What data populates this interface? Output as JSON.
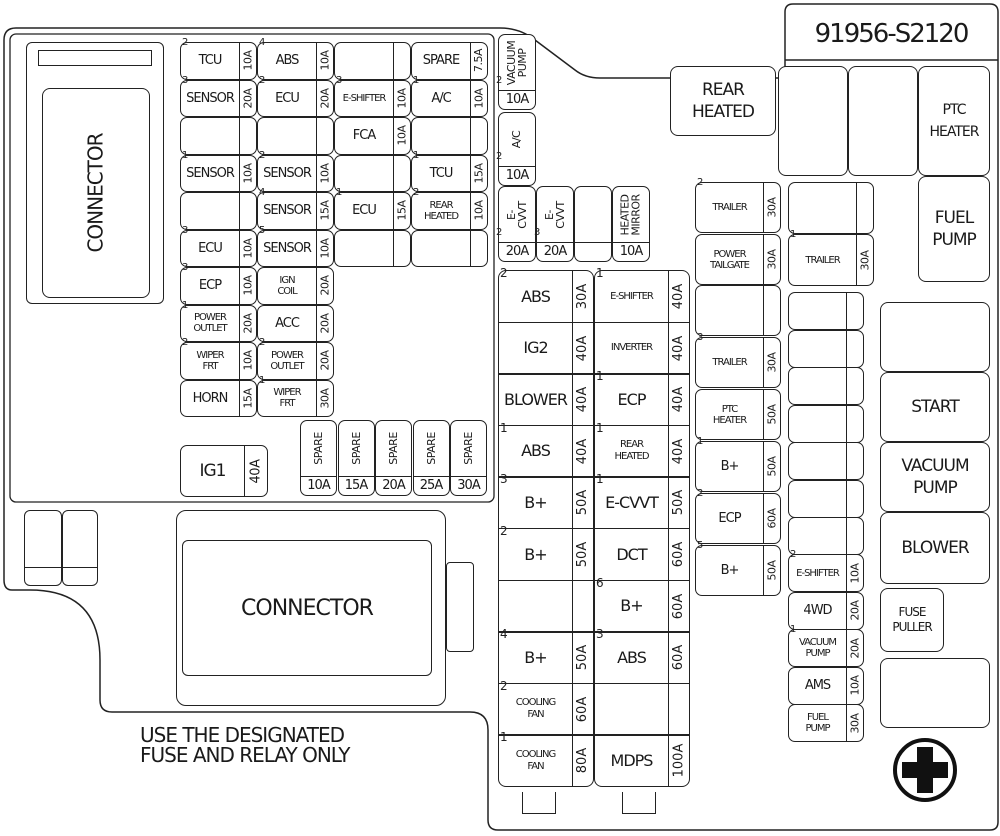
{
  "part_number": "91956-S2120",
  "notice": [
    "USE THE DESIGNATED",
    "FUSE AND RELAY ONLY"
  ],
  "connectors": {
    "left": "CONNECTOR",
    "bottom": "CONNECTOR"
  },
  "terminal_symbol": "positive-terminal",
  "mini_fuses": [
    {
      "label": "TCU",
      "amp": "10A",
      "pin": "2"
    },
    {
      "label": "ABS",
      "amp": "10A",
      "pin": "4"
    },
    {
      "label": "",
      "amp": ""
    },
    {
      "label": "SPARE",
      "amp": "7.5A"
    },
    {
      "label": "SENSOR",
      "amp": "20A",
      "pin": "3"
    },
    {
      "label": "ECU",
      "amp": "20A",
      "pin": "2"
    },
    {
      "label": "E-SHIFTER",
      "amp": "10A",
      "pin": "3"
    },
    {
      "label": "A/C",
      "amp": "10A",
      "pin": "1"
    },
    {
      "label": "",
      "amp": ""
    },
    {
      "label": "",
      "amp": ""
    },
    {
      "label": "FCA",
      "amp": "10A"
    },
    {
      "label": "",
      "amp": ""
    },
    {
      "label": "SENSOR",
      "amp": "10A",
      "pin": "1"
    },
    {
      "label": "SENSOR",
      "amp": "10A",
      "pin": "2"
    },
    {
      "label": "",
      "amp": ""
    },
    {
      "label": "TCU",
      "amp": "15A",
      "pin": "1"
    },
    {
      "label": "",
      "amp": ""
    },
    {
      "label": "SENSOR",
      "amp": "15A",
      "pin": "4"
    },
    {
      "label": "ECU",
      "amp": "15A",
      "pin": "1"
    },
    {
      "label": "REAR\nHEATED",
      "amp": "10A",
      "pin": "2"
    },
    {
      "label": "ECU",
      "amp": "10A",
      "pin": "3"
    },
    {
      "label": "SENSOR",
      "amp": "10A",
      "pin": "5"
    },
    {
      "label": "",
      "amp": ""
    },
    {
      "label": "",
      "amp": ""
    },
    {
      "label": "ECP",
      "amp": "10A",
      "pin": "3"
    },
    {
      "label": "IGN\nCOIL",
      "amp": "20A"
    },
    {
      "label": "POWER\nOUTLET",
      "amp": "20A",
      "pin": "1"
    },
    {
      "label": "ACC",
      "amp": "20A"
    },
    {
      "label": "WIPER\nFRT",
      "amp": "10A",
      "pin": "2"
    },
    {
      "label": "POWER\nOUTLET",
      "amp": "20A",
      "pin": "2"
    },
    {
      "label": "HORN",
      "amp": "15A"
    },
    {
      "label": "WIPER\nFRT",
      "amp": "30A",
      "pin": "1"
    }
  ],
  "ig1": {
    "label": "IG1",
    "amp": "40A"
  },
  "spares": [
    {
      "label": "SPARE",
      "amp": "10A"
    },
    {
      "label": "SPARE",
      "amp": "15A"
    },
    {
      "label": "SPARE",
      "amp": "20A"
    },
    {
      "label": "SPARE",
      "amp": "25A"
    },
    {
      "label": "SPARE",
      "amp": "30A"
    }
  ],
  "vertical_fuses": [
    {
      "label": "VACUUM\nPUMP",
      "amp": "10A",
      "pin": "2"
    },
    {
      "label": "A/C",
      "amp": "10A",
      "pin": "2"
    },
    {
      "label": "E-CVVT",
      "amp": "20A",
      "pin": "2"
    },
    {
      "label": "E-CVVT",
      "amp": "20A",
      "pin": "3"
    },
    {
      "label": "",
      "amp": ""
    },
    {
      "label": "HEATED\nMIRROR",
      "amp": "10A"
    }
  ],
  "multi_fuses_left": [
    {
      "label": "ABS",
      "amp": "30A",
      "pin": "2"
    },
    {
      "label": "IG2",
      "amp": "40A"
    },
    {
      "label": "BLOWER",
      "amp": "40A"
    },
    {
      "label": "ABS",
      "amp": "40A",
      "pin": "1"
    },
    {
      "label": "B+",
      "amp": "50A",
      "pin": "3"
    },
    {
      "label": "B+",
      "amp": "50A",
      "pin": "2"
    },
    {
      "label": "",
      "amp": ""
    },
    {
      "label": "B+",
      "amp": "50A",
      "pin": "4"
    },
    {
      "label": "COOLING\nFAN",
      "amp": "60A",
      "pin": "2"
    },
    {
      "label": "COOLING\nFAN",
      "amp": "80A",
      "pin": "1"
    }
  ],
  "multi_fuses_right": [
    {
      "label": "E-SHIFTER",
      "amp": "40A",
      "pin": "1"
    },
    {
      "label": "INVERTER",
      "amp": "40A"
    },
    {
      "label": "ECP",
      "amp": "40A",
      "pin": "1"
    },
    {
      "label": "REAR\nHEATED",
      "amp": "40A",
      "pin": "1"
    },
    {
      "label": "E-CVVT",
      "amp": "50A",
      "pin": "1"
    },
    {
      "label": "DCT",
      "amp": "60A"
    },
    {
      "label": "B+",
      "amp": "60A",
      "pin": "6"
    },
    {
      "label": "ABS",
      "amp": "60A",
      "pin": "3"
    },
    {
      "label": "",
      "amp": ""
    },
    {
      "label": "MDPS",
      "amp": "100A"
    }
  ],
  "side_fuses": [
    {
      "label": "TRAILER",
      "amp": "30A",
      "pin": "2"
    },
    {
      "label": "POWER\nTAILGATE",
      "amp": "30A"
    },
    {
      "label": "",
      "amp": ""
    },
    {
      "label": "TRAILER",
      "amp": "30A",
      "pin": "3"
    },
    {
      "label": "PTC\nHEATER",
      "amp": "50A"
    },
    {
      "label": "B+",
      "amp": "50A",
      "pin": "1"
    },
    {
      "label": "ECP",
      "amp": "60A",
      "pin": "2"
    },
    {
      "label": "B+",
      "amp": "50A",
      "pin": "5"
    }
  ],
  "trailer_pair": [
    {
      "label": "",
      "amp": ""
    },
    {
      "label": "TRAILER",
      "amp": "30A",
      "pin": "1"
    }
  ],
  "small_right_fuses": [
    {
      "label": "E-SHIFTER",
      "amp": "10A",
      "pin": "2"
    },
    {
      "label": "4WD",
      "amp": "20A"
    },
    {
      "label": "VACUUM\nPUMP",
      "amp": "20A",
      "pin": "1"
    },
    {
      "label": "AMS",
      "amp": "10A"
    },
    {
      "label": "FUEL\nPUMP",
      "amp": "30A"
    }
  ],
  "relays_top": [
    {
      "label": "REAR\nHEATED"
    },
    {
      "label": ""
    },
    {
      "label": ""
    },
    {
      "label": "PTC\nHEATER"
    },
    {
      "label": "FUEL\nPUMP"
    }
  ],
  "relays_right": [
    {
      "label": ""
    },
    {
      "label": "START"
    },
    {
      "label": "VACUUM\nPUMP"
    },
    {
      "label": "BLOWER"
    },
    {
      "label": "FUSE\nPULLER"
    },
    {
      "label": ""
    }
  ]
}
